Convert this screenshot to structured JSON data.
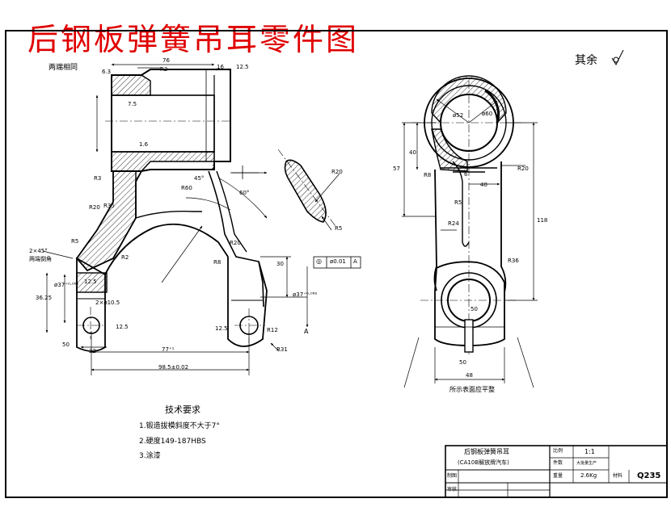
{
  "drawing_title": "后钢板弹簧吊耳零件图",
  "surface_note": {
    "label": "其余"
  },
  "tech_requirements": {
    "heading": "技术要求",
    "items": [
      "1.锻造拔模斜度不大于7°",
      "2.硬度149-187HBS",
      "3.涂漆"
    ]
  },
  "dimensions": {
    "left_view": [
      "76",
      "16",
      "R2",
      "6.3",
      "12.5",
      "7.5",
      "1.6",
      "R3",
      "R35",
      "R20",
      "R5",
      "R2",
      "2",
      "45°",
      "R60",
      "60°",
      "R20",
      "R8",
      "30",
      "ø37⁺⁰·⁰⁶²",
      "ø37⁺⁰·⁰⁶²",
      "36.25",
      "12.5",
      "2×ø10.5",
      "R12",
      "77⁺¹",
      "98.5±0.02",
      "12.5",
      "50",
      "22",
      "R31",
      "12.5"
    ],
    "section": [
      "R20",
      "R5"
    ],
    "right_view": [
      "ø52",
      "ø60",
      "40",
      "57",
      "R8",
      "6",
      "40",
      "R20",
      "118",
      "R5",
      "R24",
      "50",
      "R36",
      "48",
      "50"
    ]
  },
  "annotations": {
    "two_ends_same": "两端相同",
    "chamfer": "2×45°",
    "both_ends_chamfer": "两端倒角",
    "tolerance_frame": [
      "◎",
      "ø0.01",
      "A"
    ],
    "datum": "A",
    "surface_flat_note": "所示表面应平整"
  },
  "title_block": {
    "part_name": "后钢板弹簧吊耳",
    "vehicle": "(CA10B解放牌汽车)",
    "scale_label": "比例",
    "scale": "1:1",
    "quantity_label": "件数",
    "quantity": "大批量生产",
    "weight_label": "重量",
    "weight": "2.6Kg",
    "material_label": "材料",
    "material": "Q235",
    "drawn_label": "制图",
    "check_label": "审核"
  }
}
